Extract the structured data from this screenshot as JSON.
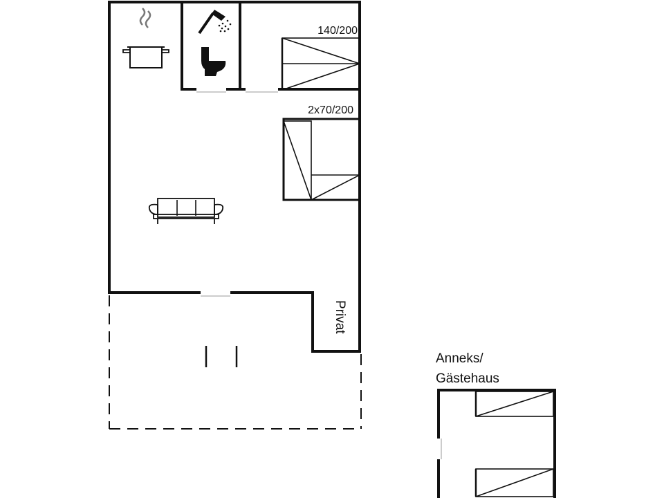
{
  "floorplan": {
    "bed_double_label": "140/200",
    "bed_twin_label": "2x70/200",
    "private_label": "Privat",
    "annex_label_line1": "Anneks/",
    "annex_label_line2": "Gästehaus"
  },
  "icons": {
    "kitchen": "cooking-pot-icon",
    "shower": "shower-icon",
    "toilet": "toilet-icon",
    "sofa": "sofa-icon"
  }
}
